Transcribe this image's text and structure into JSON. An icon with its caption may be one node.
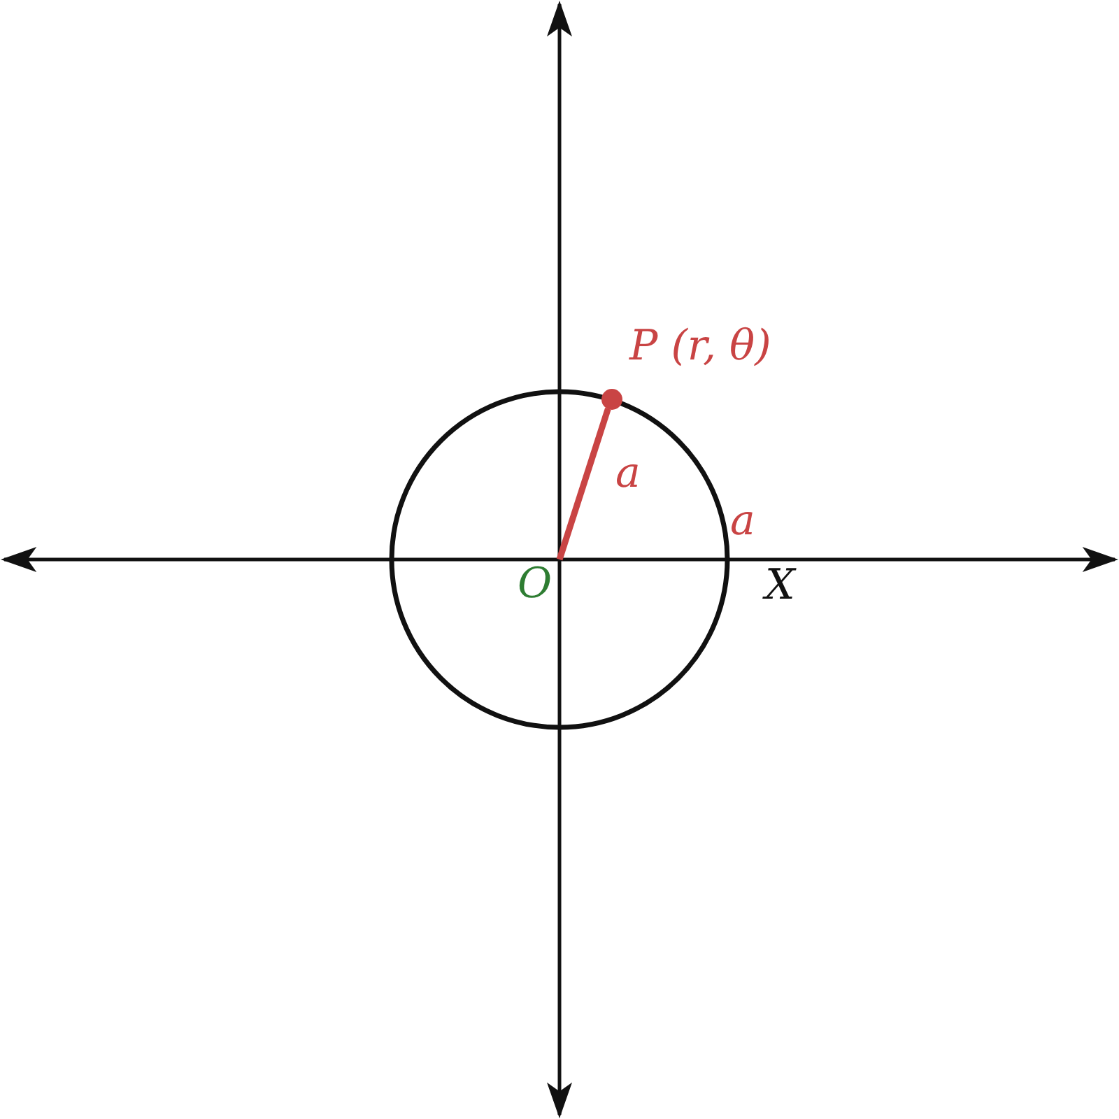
{
  "diagram": {
    "nodes": [
      {
        "text": [
          "O"
        ]
      },
      {
        "text": [],
        "shape": "circle",
        "beside": [
          "P (r, θ)"
        ]
      }
    ],
    "edges": [
      {
        "from": 0,
        "to": 1,
        "arrow": "none",
        "label": "a",
        "color": "#c94444"
      }
    ],
    "labels": [
      "a",
      "X"
    ]
  }
}
